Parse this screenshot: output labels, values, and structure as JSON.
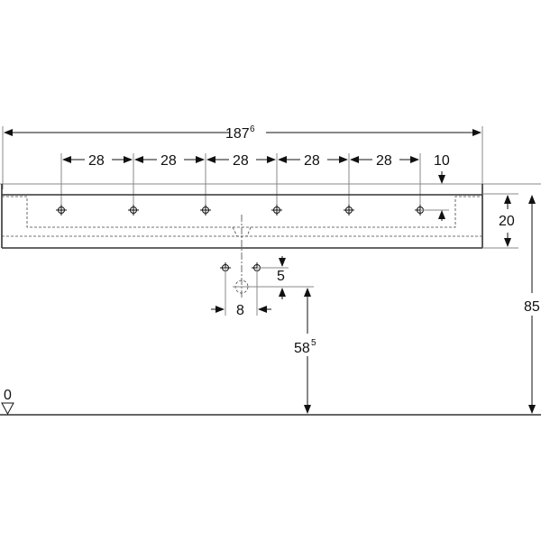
{
  "dimensions": {
    "total_width": {
      "main": "187",
      "sup": "6"
    },
    "hole_spacing": [
      "28",
      "28",
      "28",
      "28",
      "28"
    ],
    "hole_offset_top": "10",
    "basin_height": "20",
    "total_height": "85",
    "drain_height": {
      "main": "58",
      "sup": "5"
    },
    "drain_spacing": "8",
    "drain_offset": "5",
    "floor_level": "0"
  }
}
